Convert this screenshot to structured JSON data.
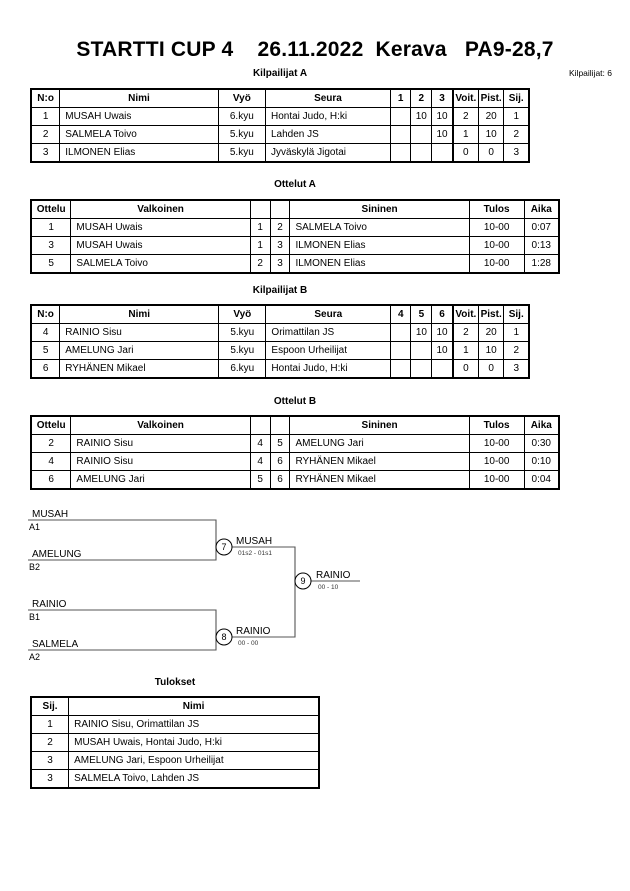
{
  "header": {
    "title": "STARTTI CUP 4    26.11.2022  Kerava   PA9-28,7",
    "entrants": "Kilpailijat: 6"
  },
  "sections": {
    "pool_a_caption": "Kilpailijat A",
    "matches_a_caption": "Ottelut A",
    "pool_b_caption": "Kilpailijat B",
    "matches_b_caption": "Ottelut B",
    "results_caption": "Tulokset"
  },
  "pool_headers": {
    "no": "N:o",
    "name": "Nimi",
    "belt": "Vyö",
    "club": "Seura",
    "wins": "Voit.",
    "points": "Pist.",
    "rank": "Sij."
  },
  "pool_a": {
    "match_cols": [
      "1",
      "2",
      "3"
    ],
    "rows": [
      {
        "no": "1",
        "name": "MUSAH Uwais",
        "belt": "6.kyu",
        "club": "Hontai Judo, H:ki",
        "scores": [
          "",
          "10",
          "10"
        ],
        "wins": "2",
        "points": "20",
        "rank": "1"
      },
      {
        "no": "2",
        "name": "SALMELA Toivo",
        "belt": "5.kyu",
        "club": "Lahden JS",
        "scores": [
          "",
          "",
          "10"
        ],
        "wins": "1",
        "points": "10",
        "rank": "2"
      },
      {
        "no": "3",
        "name": "ILMONEN Elias",
        "belt": "5.kyu",
        "club": "Jyväskylä Jigotai",
        "scores": [
          "",
          "",
          ""
        ],
        "wins": "0",
        "points": "0",
        "rank": "3"
      }
    ]
  },
  "pool_b": {
    "match_cols": [
      "4",
      "5",
      "6"
    ],
    "rows": [
      {
        "no": "4",
        "name": "RAINIO Sisu",
        "belt": "5.kyu",
        "club": "Orimattilan JS",
        "scores": [
          "",
          "10",
          "10"
        ],
        "wins": "2",
        "points": "20",
        "rank": "1"
      },
      {
        "no": "5",
        "name": "AMELUNG Jari",
        "belt": "5.kyu",
        "club": "Espoon Urheilijat",
        "scores": [
          "",
          "",
          "10"
        ],
        "wins": "1",
        "points": "10",
        "rank": "2"
      },
      {
        "no": "6",
        "name": "RYHÄNEN Mikael",
        "belt": "6.kyu",
        "club": "Hontai Judo, H:ki",
        "scores": [
          "",
          "",
          ""
        ],
        "wins": "0",
        "points": "0",
        "rank": "3"
      }
    ]
  },
  "match_headers": {
    "ottelu": "Ottelu",
    "white": "Valkoinen",
    "blue": "Sininen",
    "result": "Tulos",
    "time": "Aika"
  },
  "matches_a": [
    {
      "ottelu": "1",
      "white": "MUSAH Uwais",
      "wn": "1",
      "bn": "2",
      "blue": "SALMELA Toivo",
      "result": "10-00",
      "time": "0:07"
    },
    {
      "ottelu": "3",
      "white": "MUSAH Uwais",
      "wn": "1",
      "bn": "3",
      "blue": "ILMONEN Elias",
      "result": "10-00",
      "time": "0:13"
    },
    {
      "ottelu": "5",
      "white": "SALMELA Toivo",
      "wn": "2",
      "bn": "3",
      "blue": "ILMONEN Elias",
      "result": "10-00",
      "time": "1:28"
    }
  ],
  "matches_b": [
    {
      "ottelu": "2",
      "white": "RAINIO Sisu",
      "wn": "4",
      "bn": "5",
      "blue": "AMELUNG Jari",
      "result": "10-00",
      "time": "0:30"
    },
    {
      "ottelu": "4",
      "white": "RAINIO Sisu",
      "wn": "4",
      "bn": "6",
      "blue": "RYHÄNEN Mikael",
      "result": "10-00",
      "time": "0:10"
    },
    {
      "ottelu": "6",
      "white": "AMELUNG Jari",
      "wn": "5",
      "bn": "6",
      "blue": "RYHÄNEN Mikael",
      "result": "10-00",
      "time": "0:04"
    }
  ],
  "bracket": {
    "entries": [
      {
        "name": "MUSAH",
        "seed": "A1"
      },
      {
        "name": "AMELUNG",
        "seed": "B2"
      },
      {
        "name": "RAINIO",
        "seed": "B1"
      },
      {
        "name": "SALMELA",
        "seed": "A2"
      }
    ],
    "semifinals": [
      {
        "number": "7",
        "winner": "MUSAH",
        "score": "01s2 - 01s1"
      },
      {
        "number": "8",
        "winner": "RAINIO",
        "score": "00 - 00"
      }
    ],
    "final": {
      "number": "9",
      "winner": "RAINIO",
      "score": "00 - 10"
    }
  },
  "results_headers": {
    "rank": "Sij.",
    "name": "Nimi"
  },
  "results": [
    {
      "rank": "1",
      "name": "RAINIO Sisu, Orimattilan JS"
    },
    {
      "rank": "2",
      "name": "MUSAH Uwais, Hontai Judo, H:ki"
    },
    {
      "rank": "3",
      "name": "AMELUNG Jari, Espoon Urheilijat"
    },
    {
      "rank": "3",
      "name": "SALMELA Toivo, Lahden JS"
    }
  ]
}
